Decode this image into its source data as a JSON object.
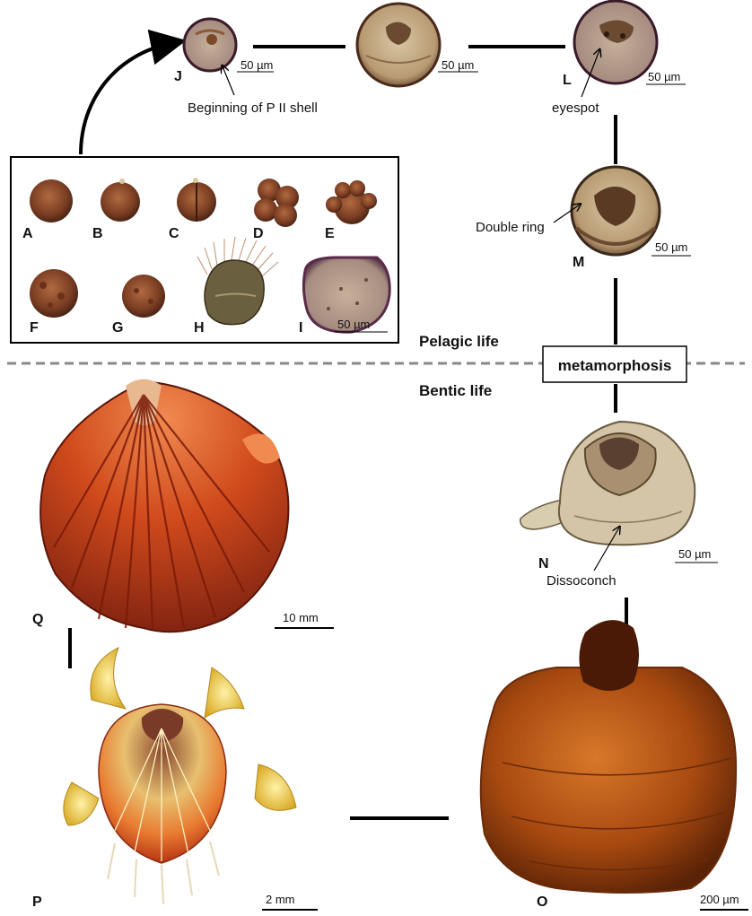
{
  "panels": {
    "A": "A",
    "B": "B",
    "C": "C",
    "D": "D",
    "E": "E",
    "F": "F",
    "G": "G",
    "H": "H",
    "I": "I",
    "J": "J",
    "L": "L",
    "M": "M",
    "N": "N",
    "O": "O",
    "P": "P",
    "Q": "Q"
  },
  "scale_bars": {
    "I": "50 µm",
    "J": "50 µm",
    "K": "50 µm",
    "L": "50 µm",
    "M": "50 µm",
    "N": "50 µm",
    "O": "200 µm",
    "P": "2 mm",
    "Q": "10 mm"
  },
  "annotations": {
    "beginning_pii": "Beginning of P II shell",
    "eyespot": "eyespot",
    "double_ring": "Double ring",
    "dissoconch": "Dissoconch"
  },
  "life_stages": {
    "pelagic": "Pelagic life",
    "benthic": "Bentic life",
    "metamorphosis": "metamorphosis"
  },
  "colors": {
    "embryo": "#8a4a2a",
    "larva_shell": "#c9b48f",
    "juvenile_orange": "#a34a10",
    "adult_red": "#c0401a",
    "juvenile_yellow": "#e8c040",
    "divider": "#888888"
  }
}
